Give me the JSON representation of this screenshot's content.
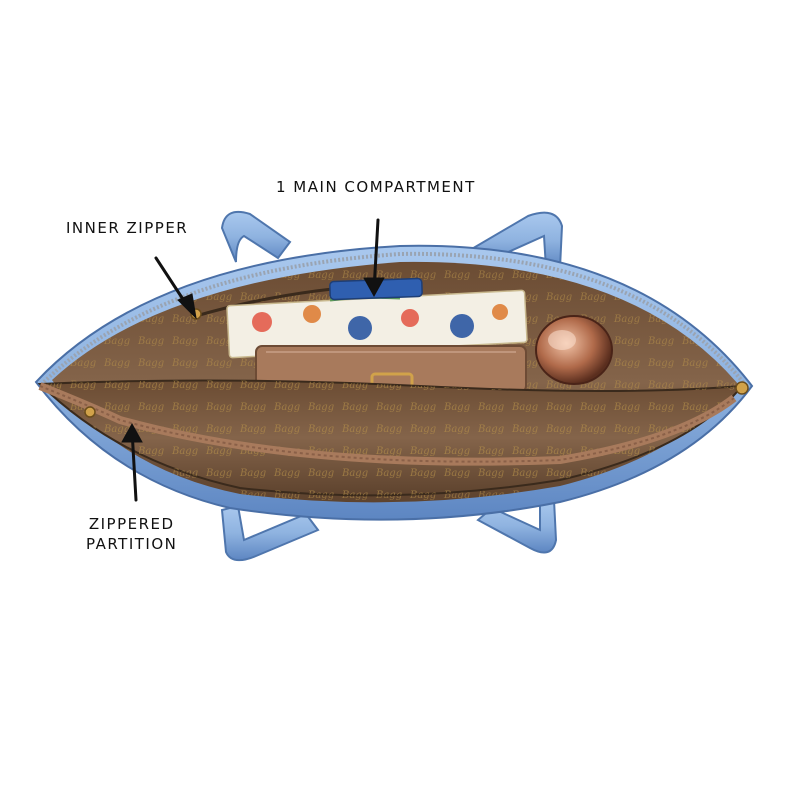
{
  "image": {
    "subject": "open-tote-bag-interior",
    "colors": {
      "bag_blue": "#8fb3e0",
      "bag_blue_dark": "#5d86c2",
      "lining_brown": "#7a5a3e",
      "lining_dark": "#5a3f2a",
      "pattern_gold": "#b8924a",
      "pouch_tan": "#a87a5c",
      "glasses_red": "#c9605a"
    }
  },
  "callouts": {
    "main_compartment": "1 MAIN COMPARTMENT",
    "inner_zipper": "INNER ZIPPER",
    "zippered_partition_line1": "ZIPPERED",
    "zippered_partition_line2": "PARTITION"
  }
}
